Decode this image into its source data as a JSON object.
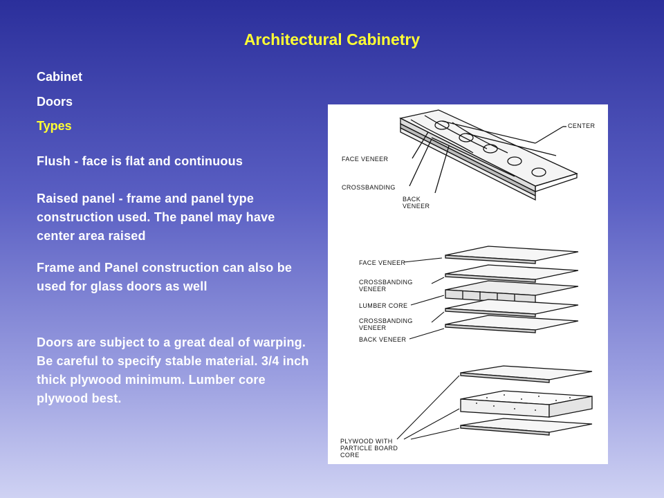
{
  "title": "Architectural Cabinetry",
  "breadcrumb": {
    "level1": "Cabinet",
    "level2": "Doors",
    "level3": "Types"
  },
  "paragraphs": [
    "Flush - face is flat and continuous",
    "Raised panel - frame and panel type construction used.  The panel may have center area raised",
    "Frame and Panel construction can also be used for glass doors as well",
    "Doors are subject to a great deal of warping.  Be careful to specify stable material.  3/4 inch thick plywood minimum.  Lumber core plywood best."
  ],
  "figure": {
    "top_labels": {
      "center": "CENTER",
      "face_veneer": "FACE VENEER",
      "crossbanding": "CROSSBANDING",
      "back_veneer_1": "BACK",
      "back_veneer_2": "VENEER"
    },
    "middle_labels": {
      "face_veneer": "FACE VENEER",
      "crossbanding_veneer_1a": "CROSSBANDING",
      "crossbanding_veneer_1b": "VENEER",
      "lumber_core": "LUMBER CORE",
      "crossbanding_veneer_2a": "CROSSBANDING",
      "crossbanding_veneer_2b": "VENEER",
      "back_veneer": "BACK VENEER"
    },
    "bottom_labels": {
      "line1": "PLYWOOD WITH",
      "line2": "PARTICLE BOARD",
      "line3": "CORE"
    }
  }
}
